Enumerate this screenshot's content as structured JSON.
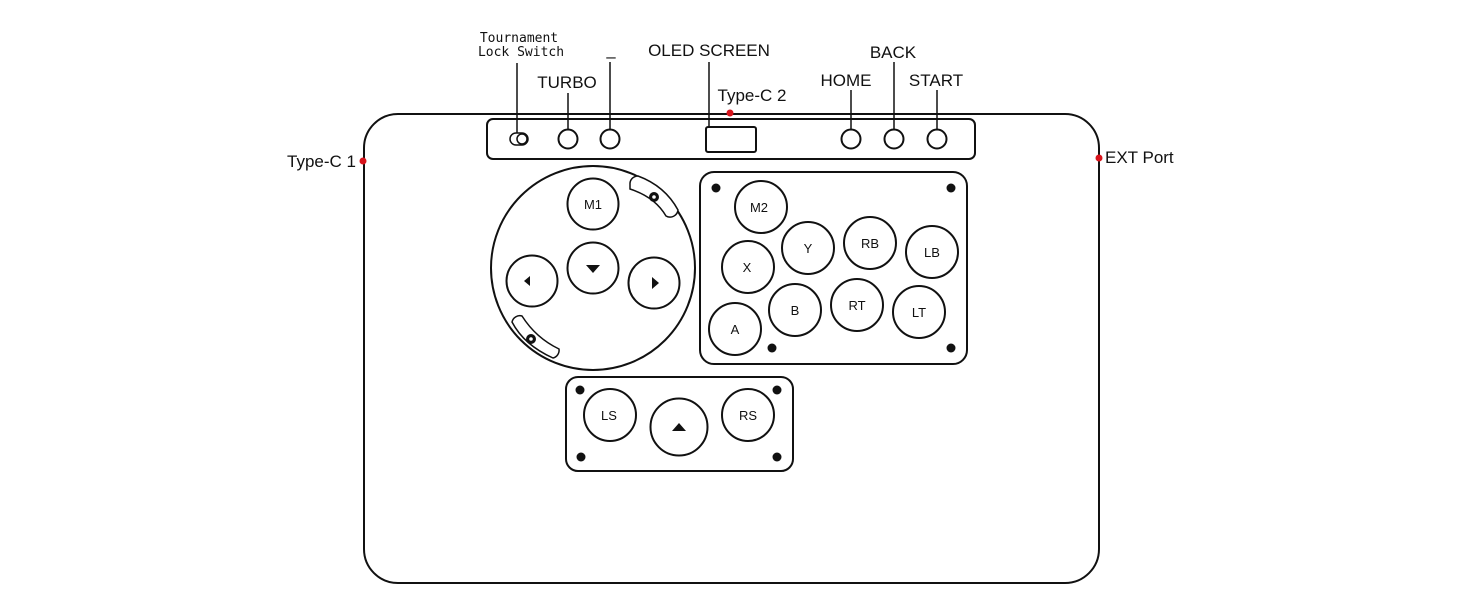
{
  "colors": {
    "ink": "#111111",
    "port_dot": "#d8141c",
    "background": "#ffffff"
  },
  "labels": {
    "tournament_lock_line1": "Tournament",
    "tournament_lock_line2": "Lock Switch",
    "turbo": "TURBO",
    "minus": "–",
    "oled_screen": "OLED SCREEN",
    "type_c_2": "Type-C 2",
    "home": "HOME",
    "back": "BACK",
    "start": "START",
    "type_c_1": "Type-C 1",
    "ext_port": "EXT Port"
  },
  "buttons": {
    "m1": "M1",
    "m2": "M2",
    "y": "Y",
    "rb": "RB",
    "lb": "LB",
    "x": "X",
    "b": "B",
    "rt": "RT",
    "lt": "LT",
    "a": "A",
    "ls": "LS",
    "rs": "RS"
  },
  "icons": {
    "dpad_left": "left-arrow-icon",
    "dpad_down": "down-arrow-icon",
    "dpad_right": "right-arrow-icon",
    "up": "up-arrow-icon"
  }
}
